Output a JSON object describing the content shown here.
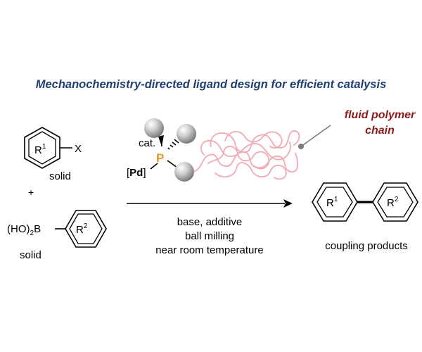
{
  "title": "Mechanochemistry-directed ligand design for efficient catalysis",
  "reactants": {
    "aryl_halide": {
      "ring_label": "R",
      "ring_sup": "1",
      "substituent": "X",
      "state": "solid"
    },
    "plus": "+",
    "boronic_acid": {
      "prefix": "(HO)",
      "prefix_sub": "2",
      "boron": "B",
      "ring_label": "R",
      "ring_sup": "2",
      "state": "solid"
    }
  },
  "catalyst": {
    "cat_label": "cat.",
    "phosphorus": "P",
    "metal_open": "[",
    "metal": "Pd",
    "metal_close": "]"
  },
  "polymer": {
    "label_line1": "fluid polymer",
    "label_line2": "chain"
  },
  "conditions": {
    "line1": "base, additive",
    "line2": "ball milling",
    "line3": "near room temperature"
  },
  "product": {
    "ring1_label": "R",
    "ring1_sup": "1",
    "ring2_label": "R",
    "ring2_sup": "2",
    "caption": "coupling products"
  },
  "colors": {
    "title": "#1f3f73",
    "polymer_label": "#8b1a1a",
    "polymer_chain": "#f2a8b2",
    "phosphorus": "#e39a2d",
    "sphere": "#b8b8b8",
    "pointer": "#7a7a7a"
  }
}
